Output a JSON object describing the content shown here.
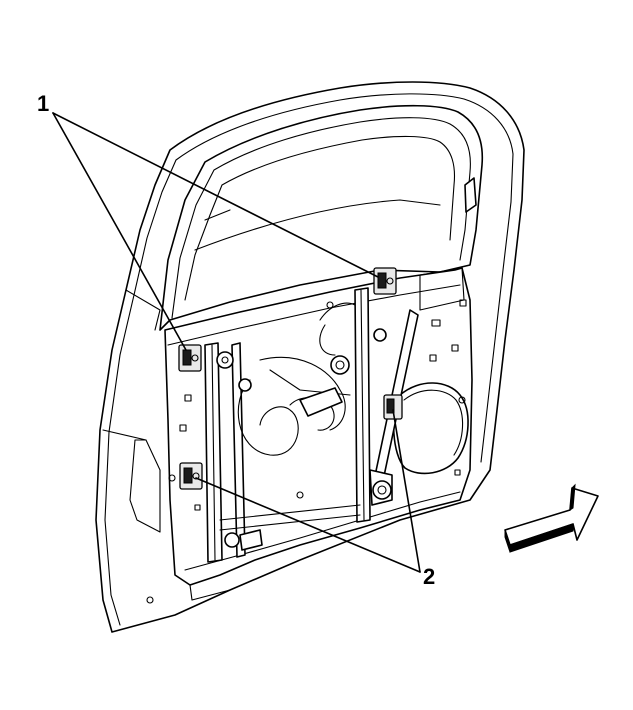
{
  "callouts": {
    "one": "1",
    "two": "2"
  },
  "icons": {
    "door": "door-panel-illustration",
    "arrow": "front-direction-arrow-icon"
  },
  "colors": {
    "line": "#000000",
    "background": "#ffffff"
  }
}
